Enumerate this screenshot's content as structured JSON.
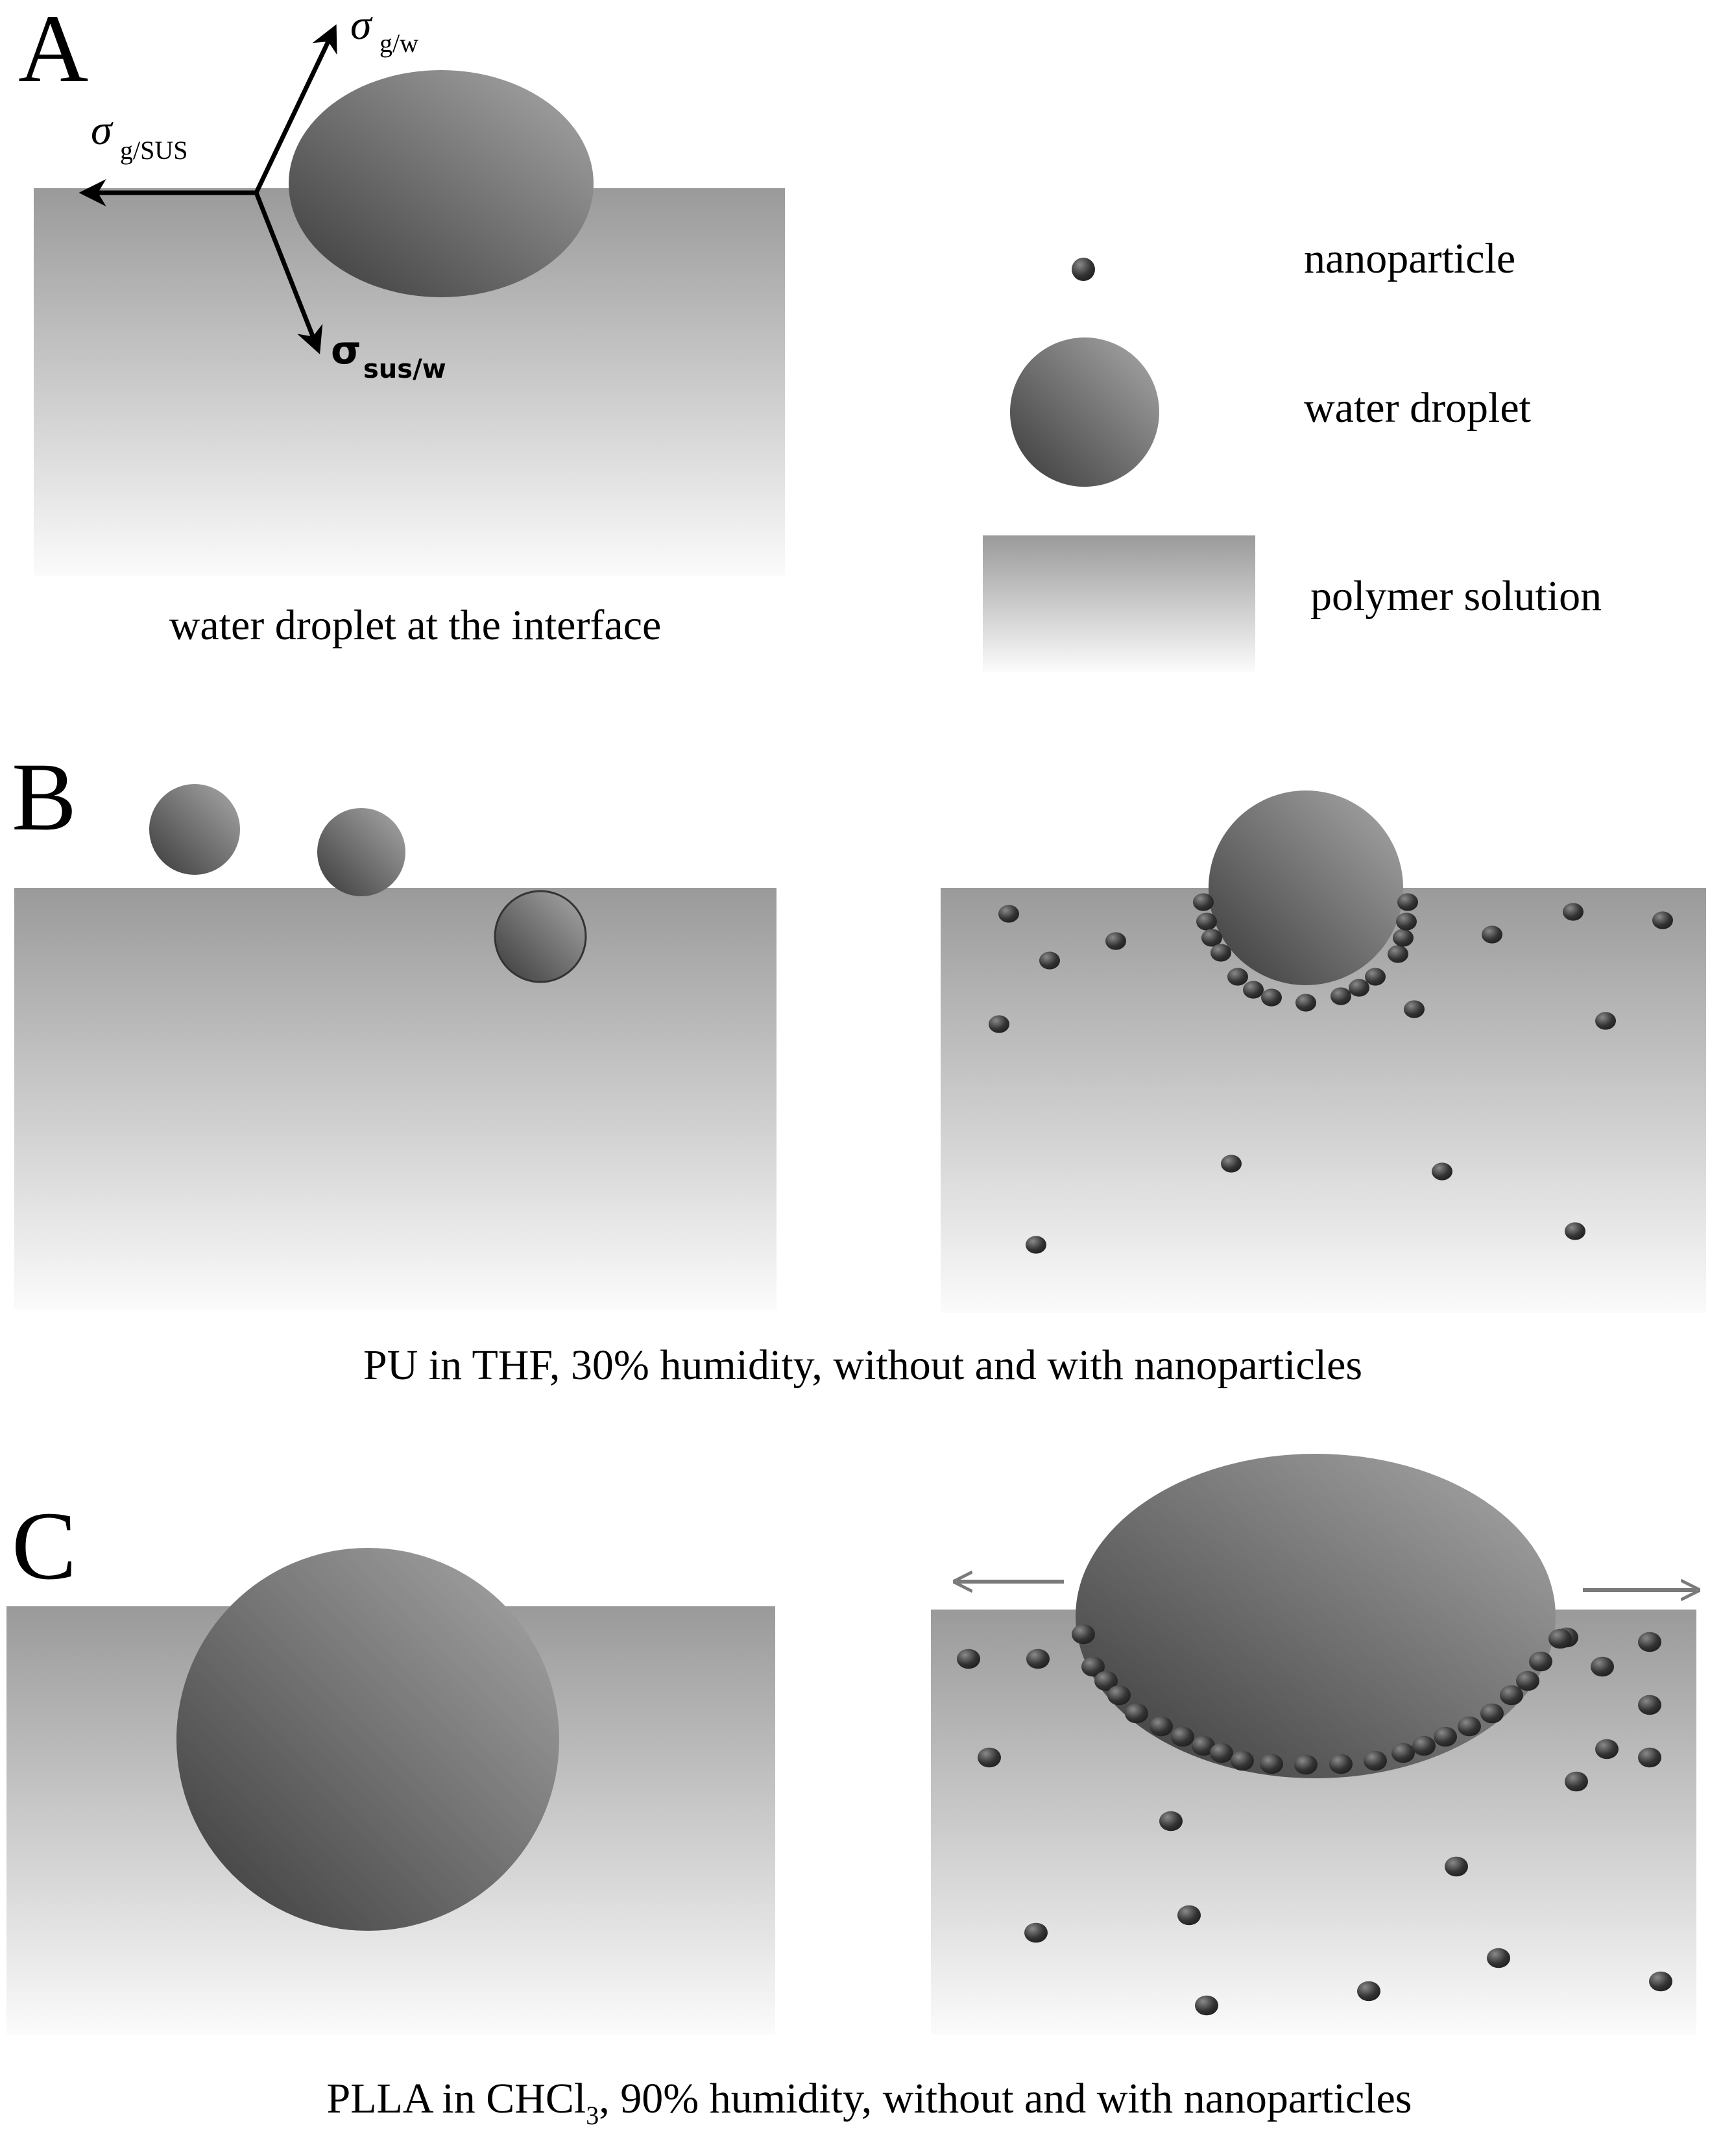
{
  "panels": {
    "a": {
      "letter": "A",
      "caption": "water droplet at the interface",
      "tension_gw": {
        "symbol": "σ",
        "subscript": "g/w"
      },
      "tension_gsus": {
        "symbol": "σ",
        "subscript": "g/SUS"
      },
      "tension_susw": {
        "symbol": "σ",
        "subscript": "sus/w"
      }
    },
    "b": {
      "letter": "B",
      "caption": "PU in THF, 30% humidity, without and with nanoparticles"
    },
    "c": {
      "letter": "C",
      "caption_main": "PLLA in CHCl",
      "caption_sub": "3",
      "caption_rest": ", 90% humidity, without and with nanoparticles"
    }
  },
  "legend": {
    "nanoparticle": "nanoparticle",
    "water_droplet": "water droplet",
    "polymer_solution": "polymer solution"
  },
  "colors": {
    "droplet_dark": "#3a3a3a",
    "droplet_light": "#a8a8a8",
    "solution_top": "#999999",
    "solution_bottom": "#fbfbfb",
    "nanoparticle": "#2e2e2e",
    "arrow_grey": "#7a7a7a"
  }
}
